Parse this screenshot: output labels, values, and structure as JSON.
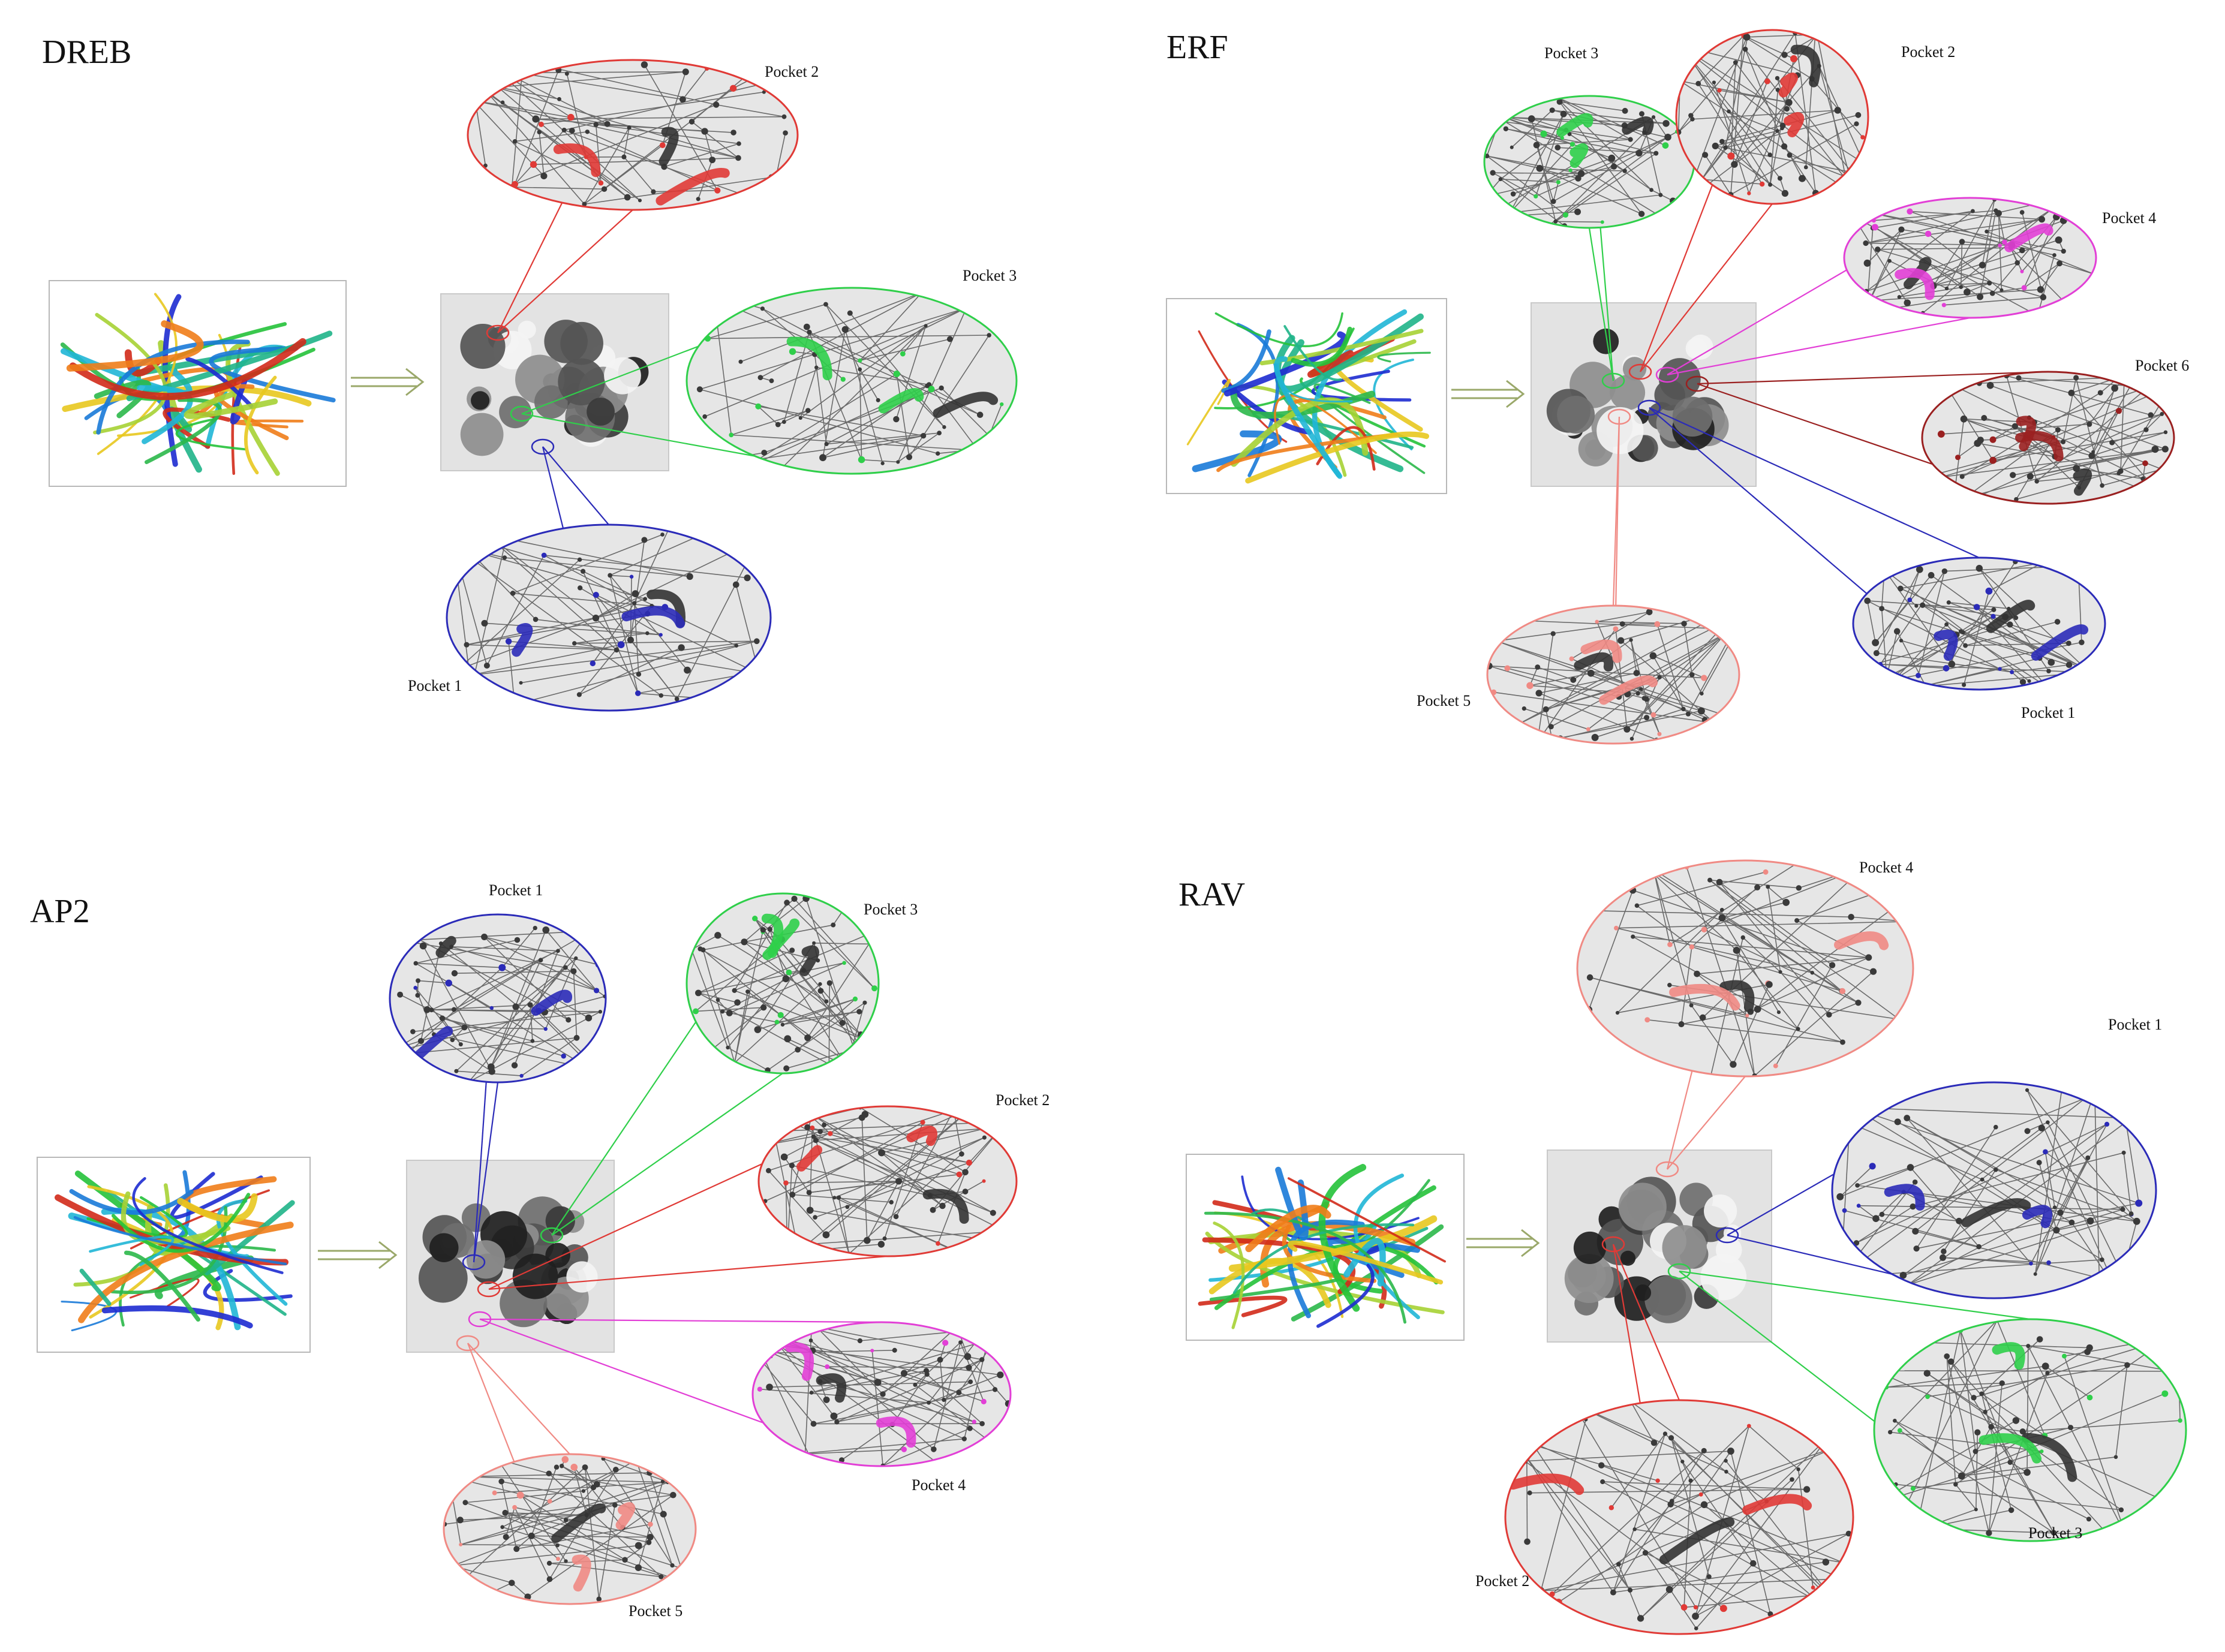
{
  "colors": {
    "blue": "#2b2bb8",
    "green": "#2fcf4a",
    "red": "#e03a36",
    "magenta": "#e23fd6",
    "darkred": "#9a2020",
    "salmon": "#f08a84",
    "surface_bg": "#e3e3e3",
    "arrow": "#9aa86a"
  },
  "panels": [
    {
      "title": "DREB",
      "pockets": [
        {
          "id": "p2",
          "label": "Pocket 2",
          "color": "red"
        },
        {
          "id": "p3",
          "label": "Pocket 3",
          "color": "green"
        },
        {
          "id": "p1",
          "label": "Pocket 1",
          "color": "blue"
        }
      ]
    },
    {
      "title": "ERF",
      "pockets": [
        {
          "id": "p3",
          "label": "Pocket 3",
          "color": "green"
        },
        {
          "id": "p2",
          "label": "Pocket 2",
          "color": "red"
        },
        {
          "id": "p4",
          "label": "Pocket 4",
          "color": "magenta"
        },
        {
          "id": "p6",
          "label": "Pocket 6",
          "color": "darkred"
        },
        {
          "id": "p1",
          "label": "Pocket 1",
          "color": "blue"
        },
        {
          "id": "p5",
          "label": "Pocket 5",
          "color": "salmon"
        }
      ]
    },
    {
      "title": "AP2",
      "pockets": [
        {
          "id": "p1",
          "label": "Pocket 1",
          "color": "blue"
        },
        {
          "id": "p3",
          "label": "Pocket 3",
          "color": "green"
        },
        {
          "id": "p2",
          "label": "Pocket 2",
          "color": "red"
        },
        {
          "id": "p4",
          "label": "Pocket 4",
          "color": "magenta"
        },
        {
          "id": "p5",
          "label": "Pocket 5",
          "color": "salmon"
        }
      ]
    },
    {
      "title": "RAV",
      "pockets": [
        {
          "id": "p4",
          "label": "Pocket 4",
          "color": "salmon"
        },
        {
          "id": "p1",
          "label": "Pocket 1",
          "color": "blue"
        },
        {
          "id": "p3",
          "label": "Pocket 3",
          "color": "green"
        },
        {
          "id": "p2",
          "label": "Pocket 2",
          "color": "red"
        }
      ]
    }
  ]
}
